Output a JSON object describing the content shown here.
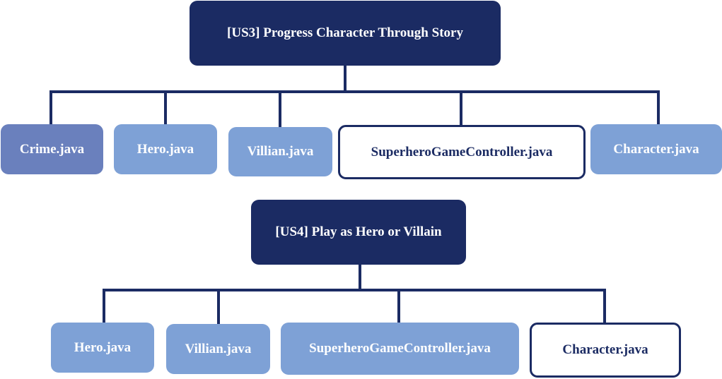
{
  "colors": {
    "connector": "#1b2b63",
    "root_fill": "#1b2b63",
    "node_dark_fill": "#6a80bd",
    "node_light_fill": "#7ea1d6",
    "outline_border": "#1b2b63"
  },
  "groups": [
    {
      "root": "[US3] Progress Character Through Story",
      "children": [
        {
          "label": "Crime.java",
          "style": "dark"
        },
        {
          "label": "Hero.java",
          "style": "light"
        },
        {
          "label": "Villian.java",
          "style": "light"
        },
        {
          "label": "SuperheroGameController.java",
          "style": "outline"
        },
        {
          "label": "Character.java",
          "style": "light"
        }
      ]
    },
    {
      "root": "[US4] Play as Hero or Villain",
      "children": [
        {
          "label": "Hero.java",
          "style": "light"
        },
        {
          "label": "Villian.java",
          "style": "light"
        },
        {
          "label": "SuperheroGameController.java",
          "style": "light"
        },
        {
          "label": "Character.java",
          "style": "outline"
        }
      ]
    }
  ]
}
